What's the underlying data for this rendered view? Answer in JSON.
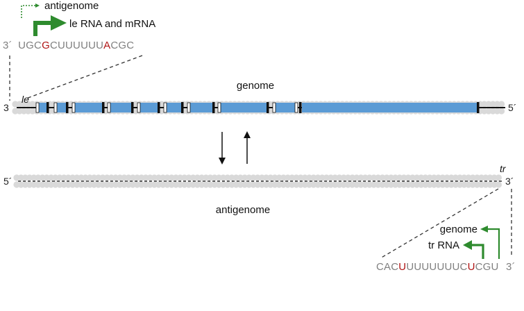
{
  "colors": {
    "gene": "#5b9bd5",
    "bead": "#d9d9d9",
    "backbone": "#111111",
    "green": "#2e8b2e",
    "highlight": "#b01414",
    "sequence": "#808080"
  },
  "leader_panel": {
    "prime": "3´",
    "sequence_parts": [
      {
        "text": "UGC",
        "highlight": false
      },
      {
        "text": "G",
        "highlight": true
      },
      {
        "text": "CUUUUUU",
        "highlight": false
      },
      {
        "text": "A",
        "highlight": true
      },
      {
        "text": "CGC",
        "highlight": false
      }
    ],
    "antigenome_label": "antigenome",
    "mrna_label": "le RNA and mRNA"
  },
  "genome": {
    "label": "genome",
    "end_left": "3",
    "end_right": "5´",
    "region_label": "le"
  },
  "antigenome": {
    "label": "antigenome",
    "end_left": "5´",
    "end_right": "3´",
    "region_label": "tr"
  },
  "trailer_panel": {
    "sequence_parts": [
      {
        "text": "CAC",
        "highlight": false
      },
      {
        "text": "U",
        "highlight": true
      },
      {
        "text": "UUUUUUUC",
        "highlight": false
      },
      {
        "text": "U",
        "highlight": true
      },
      {
        "text": "CGU",
        "highlight": false
      }
    ],
    "prime": "3´",
    "genome_label": "genome",
    "tr_label": "tr RNA"
  },
  "arrows": {
    "down_icon": "arrow-down-icon",
    "up_icon": "arrow-up-icon"
  }
}
